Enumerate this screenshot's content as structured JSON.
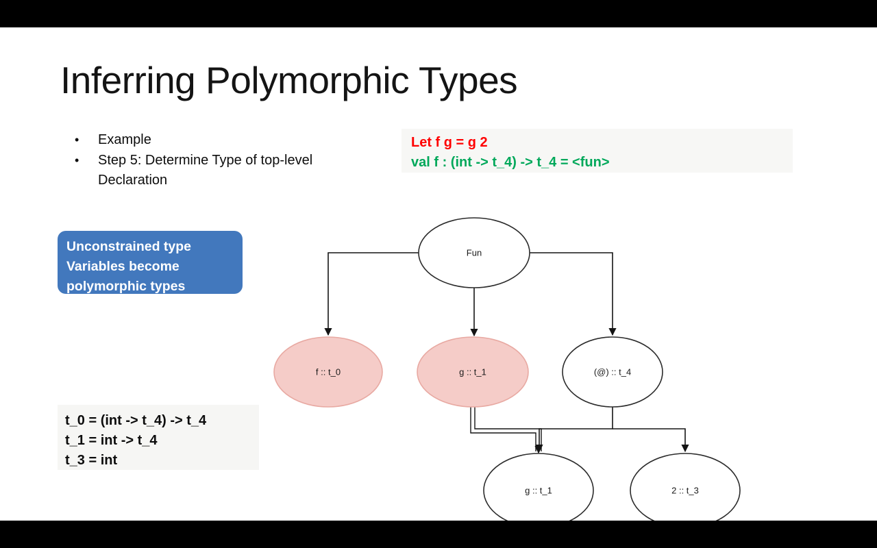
{
  "slide": {
    "title": "Inferring Polymorphic Types"
  },
  "bullets": [
    {
      "marker": "•",
      "text": "Example"
    },
    {
      "marker": "•",
      "text": "Step 5: Determine Type of top-level Declaration"
    }
  ],
  "code_box": {
    "input_line": "Let f g = g 2",
    "output_line": "val f : (int -> t_4) -> t_4 = <fun>",
    "input_color": "#ff0000",
    "output_color": "#00a85a",
    "background": "#f7f7f5"
  },
  "callout": {
    "lines": [
      "Unconstrained type",
      "Variables become",
      "polymorphic types"
    ],
    "background": "#4278bd",
    "text_color": "#ffffff"
  },
  "constraints": {
    "lines": [
      "t_0 = (int -> t_4) -> t_4",
      "t_1 = int -> t_4",
      "t_3 = int"
    ],
    "background": "#f6f6f4"
  },
  "graph": {
    "highlight_fill": "#f5ccc8",
    "highlight_stroke": "#e8a9a2",
    "plain_fill": "#ffffff",
    "plain_stroke": "#2b2b2b",
    "nodes": [
      {
        "id": "root",
        "label": "Fun",
        "highlighted": false
      },
      {
        "id": "f-t0",
        "label": "f :: t_0",
        "highlighted": true
      },
      {
        "id": "g-t1",
        "label": "g :: t_1",
        "highlighted": true
      },
      {
        "id": "app-t4",
        "label": "(@) :: t_4",
        "highlighted": false
      },
      {
        "id": "g-t1-leaf",
        "label": "g :: t_1",
        "highlighted": false
      },
      {
        "id": "two-t3",
        "label": "2 :: t_3",
        "highlighted": false
      }
    ],
    "edges": [
      {
        "from": "root",
        "to": "f-t0"
      },
      {
        "from": "root",
        "to": "g-t1"
      },
      {
        "from": "root",
        "to": "app-t4"
      },
      {
        "from": "app-t4",
        "to": "g-t1-leaf"
      },
      {
        "from": "app-t4",
        "to": "two-t3"
      },
      {
        "from": "g-t1",
        "to": "g-t1-leaf"
      }
    ]
  }
}
